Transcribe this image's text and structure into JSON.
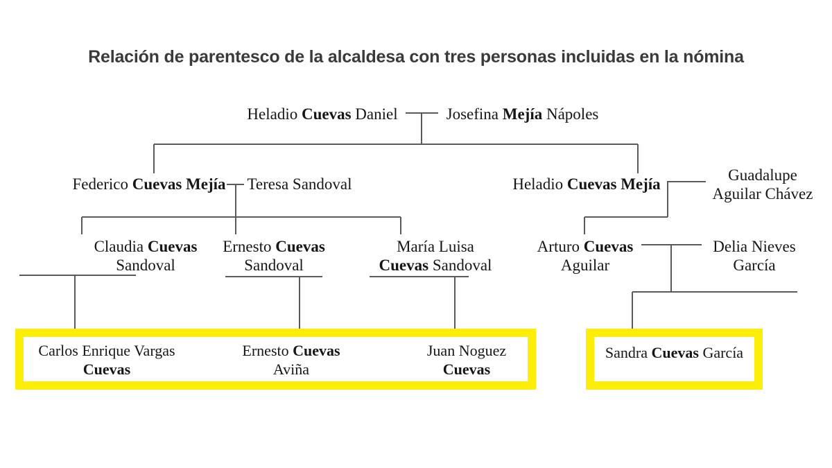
{
  "title": "Relación de parentesco de la alcaldesa con tres personas incluidas en la nómina",
  "colors": {
    "highlight": "#fcee09",
    "text": "#161616",
    "title": "#3a3a3a",
    "line": "#5a5a5a",
    "background": "#ffffff"
  },
  "generation1": {
    "father": {
      "pre": "Heladio ",
      "bold": "Cuevas",
      "post": " Daniel"
    },
    "mother": {
      "pre": "Josefina ",
      "bold": "Mejía",
      "post": " Nápoles"
    }
  },
  "generation2": {
    "son_left": {
      "pre": "Federico ",
      "bold": "Cuevas Mejía",
      "post": ""
    },
    "spouse_left": {
      "pre": "Teresa Sandoval",
      "bold": "",
      "post": ""
    },
    "son_right": {
      "pre": "Heladio ",
      "bold": "Cuevas Mejía",
      "post": ""
    },
    "spouse_right_line1": "Guadalupe",
    "spouse_right_line2": "Aguilar Chávez"
  },
  "generation3": {
    "claudia_line1_pre": "Claudia ",
    "claudia_line1_bold": "Cuevas",
    "claudia_line2": "Sandoval",
    "ernesto_line1_pre": "Ernesto ",
    "ernesto_line1_bold": "Cuevas",
    "ernesto_line2": "Sandoval",
    "marialuisa_line1": "María Luisa",
    "marialuisa_line2_bold": "Cuevas",
    "marialuisa_line2_post": " Sandoval",
    "arturo_line1_pre": "Arturo ",
    "arturo_line1_bold": "Cuevas",
    "arturo_line2": "Aguilar",
    "delia_line1": "Delia Nieves",
    "delia_line2": "García"
  },
  "generation4": {
    "carlos_line1": "Carlos Enrique Vargas",
    "carlos_line2_bold": "Cuevas",
    "ernesto_line1_pre": "Ernesto ",
    "ernesto_line1_bold": "Cuevas",
    "ernesto_line2": "Aviña",
    "juan_line1": "Juan Noguez",
    "juan_line2_bold": "Cuevas",
    "sandra_pre": "Sandra ",
    "sandra_bold": "Cuevas",
    "sandra_post": " García"
  }
}
